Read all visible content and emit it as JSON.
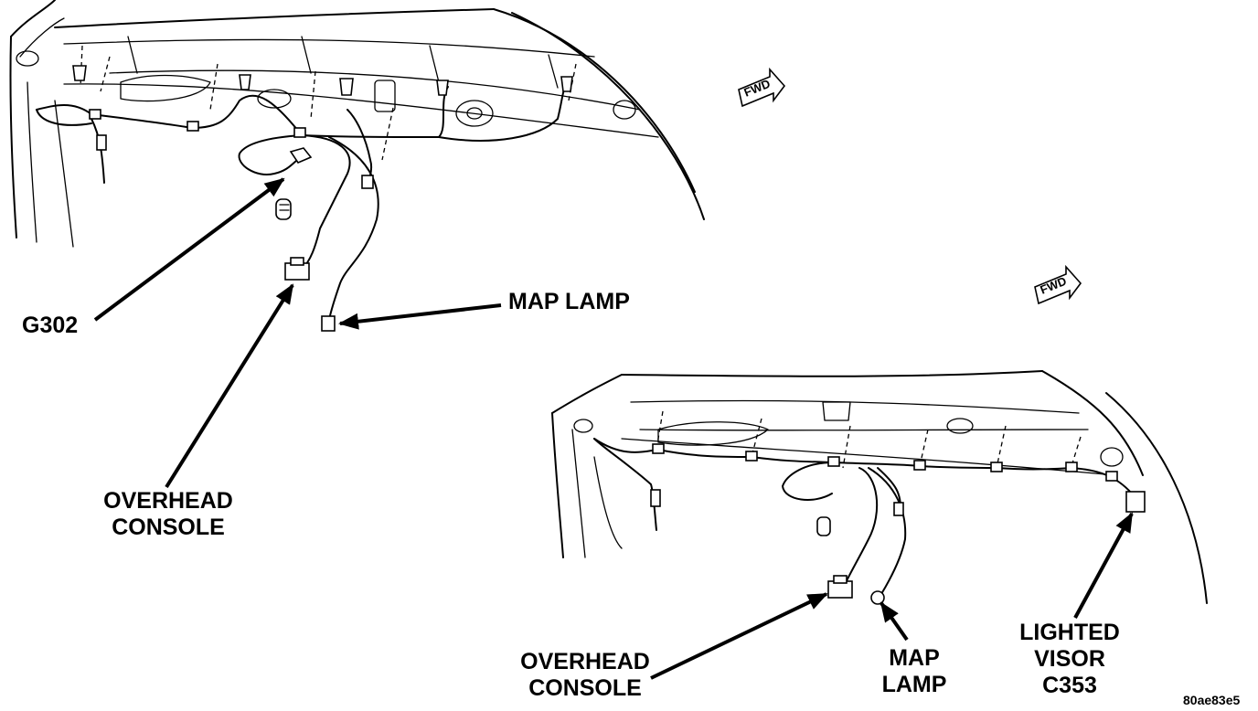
{
  "labels": {
    "top_g302": "G302",
    "top_map_lamp": "MAP LAMP",
    "top_overhead_line1": "OVERHEAD",
    "top_overhead_line2": "CONSOLE",
    "bot_overhead_line1": "OVERHEAD",
    "bot_overhead_line2": "CONSOLE",
    "bot_map_line1": "MAP",
    "bot_map_line2": "LAMP",
    "bot_visor_line1": "LIGHTED",
    "bot_visor_line2": "VISOR",
    "bot_visor_line3": "C353"
  },
  "fwd_badge": "FWD",
  "figure_id": "80ae83e5",
  "icons": [
    "fwd-arrow-icon",
    "pointer-arrow-icon",
    "connector-icon",
    "screw-icon"
  ]
}
